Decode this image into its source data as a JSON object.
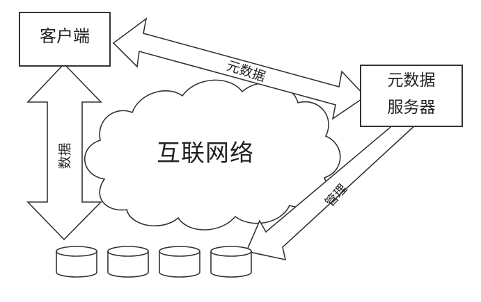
{
  "diagram": {
    "client": {
      "label": "客户端"
    },
    "metadata_server": {
      "line1": "元数据",
      "line2": "服务器"
    },
    "network": {
      "label": "互联网络"
    },
    "arrows": {
      "client_to_metadata": {
        "label": "元数据"
      },
      "client_to_storage": {
        "label": "数据"
      },
      "metadata_to_storage": {
        "label": "管理"
      }
    },
    "storage": {
      "count": 4
    },
    "colors": {
      "stroke": "#333333",
      "fill": "#ffffff",
      "text": "#222222"
    }
  }
}
